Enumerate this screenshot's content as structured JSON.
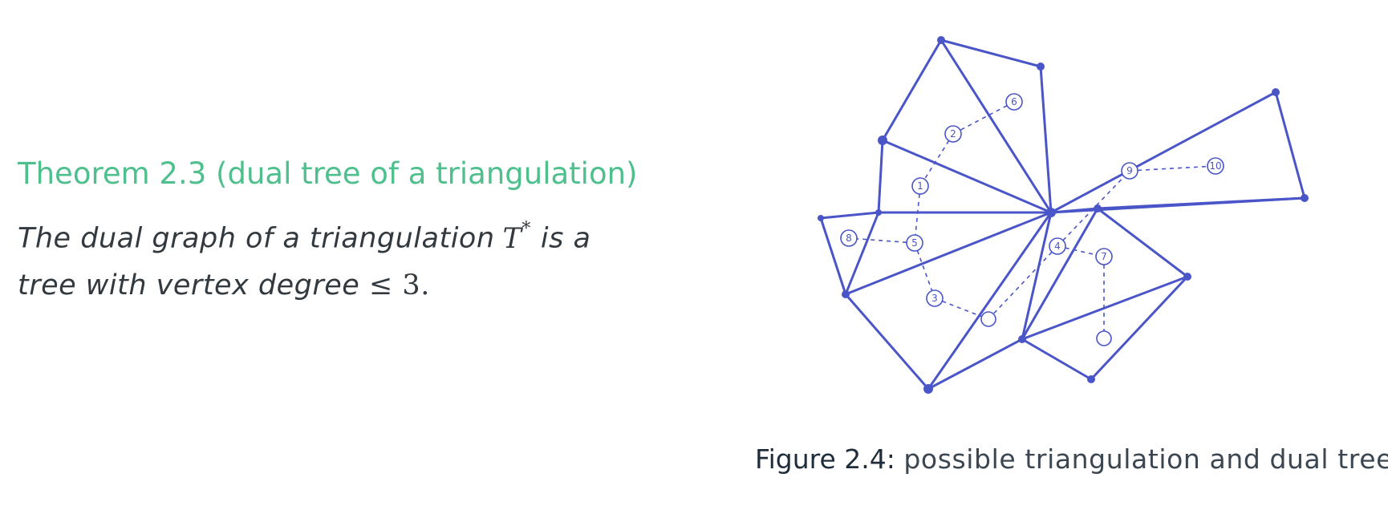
{
  "theorem": {
    "title": "Theorem 2.3 (dual tree of a triangulation)",
    "body_part1": "The dual graph of a triangulation",
    "math_T": "T",
    "math_star": "*",
    "body_part2": "is a",
    "body_line2": "tree with vertex degree",
    "math_leq": "≤ 3."
  },
  "figure": {
    "labels": [
      "1",
      "2",
      "3",
      "4",
      "5",
      "6",
      "7",
      "8",
      "9",
      "10"
    ],
    "caption_label": "Figure 2.4:",
    "caption_text": "possible triangulation and dual tree",
    "ink_color": "#4a55c8"
  }
}
